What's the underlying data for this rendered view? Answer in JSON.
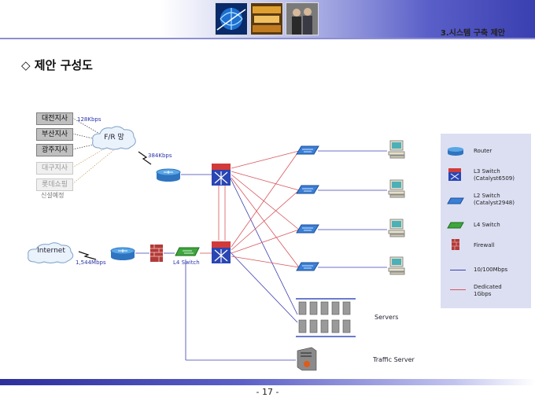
{
  "header": {
    "section_title": "3.시스템 구축 제안",
    "page_heading": "◇ 제안 구성도",
    "thumbnails": [
      "globe-network-image",
      "stock-ticker-image",
      "business-people-image"
    ]
  },
  "branches": [
    {
      "label": "대전지사",
      "status": "existing"
    },
    {
      "label": "부산지사",
      "status": "existing"
    },
    {
      "label": "광주지사",
      "status": "existing"
    },
    {
      "label": "대구지사",
      "status": "planned"
    },
    {
      "label": "롯데쇼핑",
      "status": "planned"
    }
  ],
  "planned_note": "신설예정",
  "clouds": {
    "fr": "F/R 망",
    "internet": "Internet"
  },
  "links": {
    "branch_speed": "128Kbps",
    "fr_speed": "384Kbps",
    "internet_speed": "1,544Mbps"
  },
  "devices": {
    "l4_switch_label": "L4 Switch",
    "servers_label": "Servers",
    "traffic_server_label": "Traffic Server"
  },
  "legend": [
    {
      "icon": "router-icon",
      "label": "Router"
    },
    {
      "icon": "l3-switch-icon",
      "label": "L3 Switch",
      "sub": "(Catalyst6509)"
    },
    {
      "icon": "l2-switch-icon",
      "label": "L2 Switch",
      "sub": "(Catalyst2948)"
    },
    {
      "icon": "l4-switch-icon",
      "label": "L4 Switch"
    },
    {
      "icon": "firewall-icon",
      "label": "Firewall"
    },
    {
      "icon": "blue-line",
      "label": "10/100Mbps"
    },
    {
      "icon": "red-line",
      "label": "Dedicated",
      "sub": "1Gbps"
    }
  ],
  "colors": {
    "link_10_100": "#3b3fb0",
    "link_gigabit": "#d9555d",
    "router": "#3f8fd6",
    "l4_switch": "#3fa53f"
  },
  "footer": {
    "page_number": "- 17 -"
  }
}
